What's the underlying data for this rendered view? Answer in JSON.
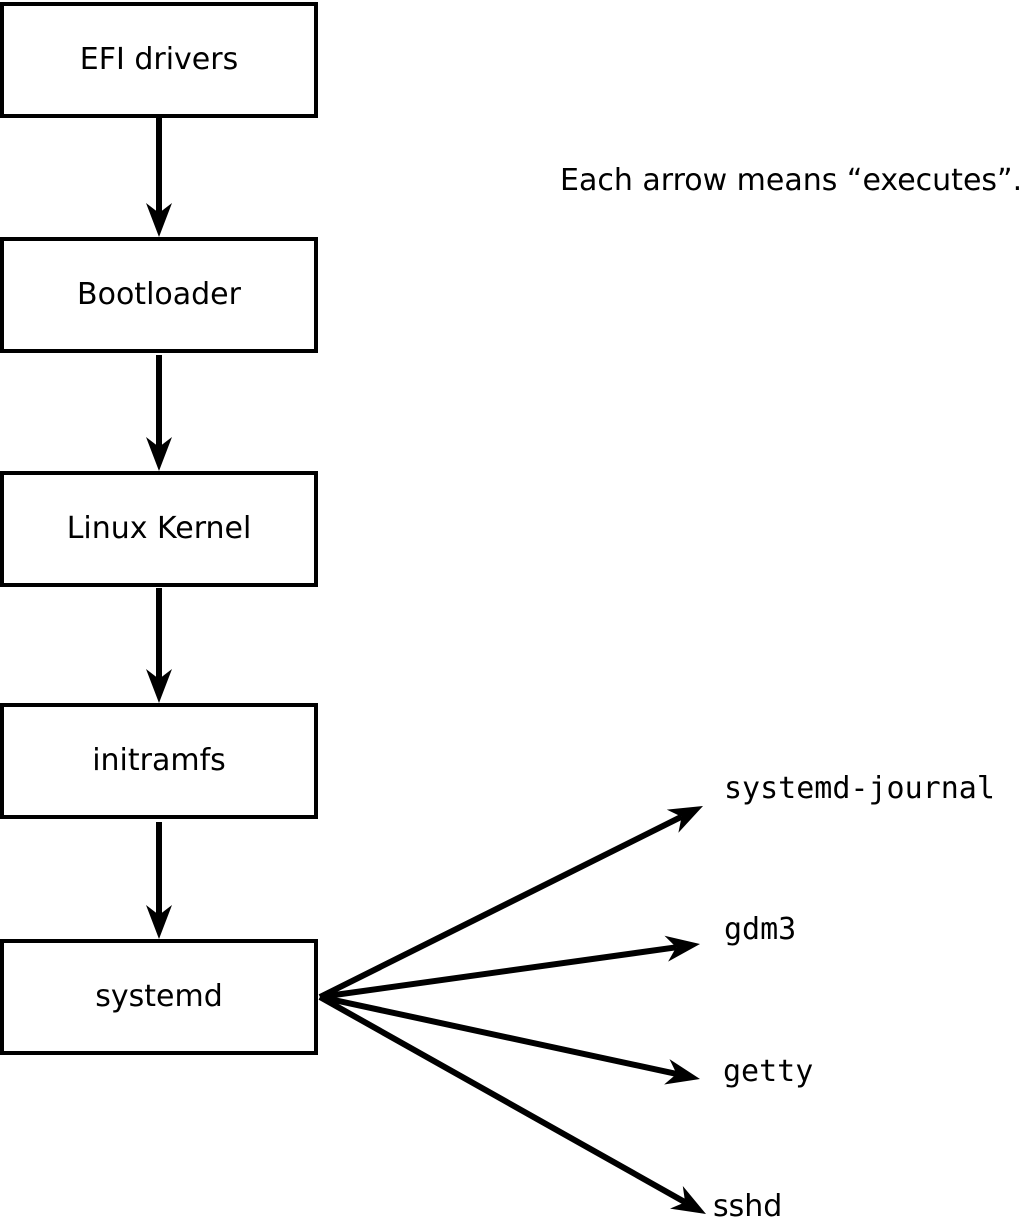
{
  "annotation": {
    "text": "Each arrow means “executes”."
  },
  "flow": {
    "boxes": [
      {
        "id": "efi-drivers",
        "label": "EFI drivers"
      },
      {
        "id": "bootloader",
        "label": "Bootloader"
      },
      {
        "id": "linux-kernel",
        "label": "Linux Kernel"
      },
      {
        "id": "initramfs",
        "label": "initramfs"
      },
      {
        "id": "systemd",
        "label": "systemd"
      }
    ],
    "edge_meaning": "executes"
  },
  "targets": [
    {
      "id": "systemd-journal",
      "label": "systemd-journal"
    },
    {
      "id": "gdm3",
      "label": "gdm3"
    },
    {
      "id": "getty",
      "label": "getty"
    },
    {
      "id": "sshd",
      "label": "sshd"
    }
  ],
  "colors": {
    "stroke": "#000000",
    "background": "#ffffff"
  }
}
